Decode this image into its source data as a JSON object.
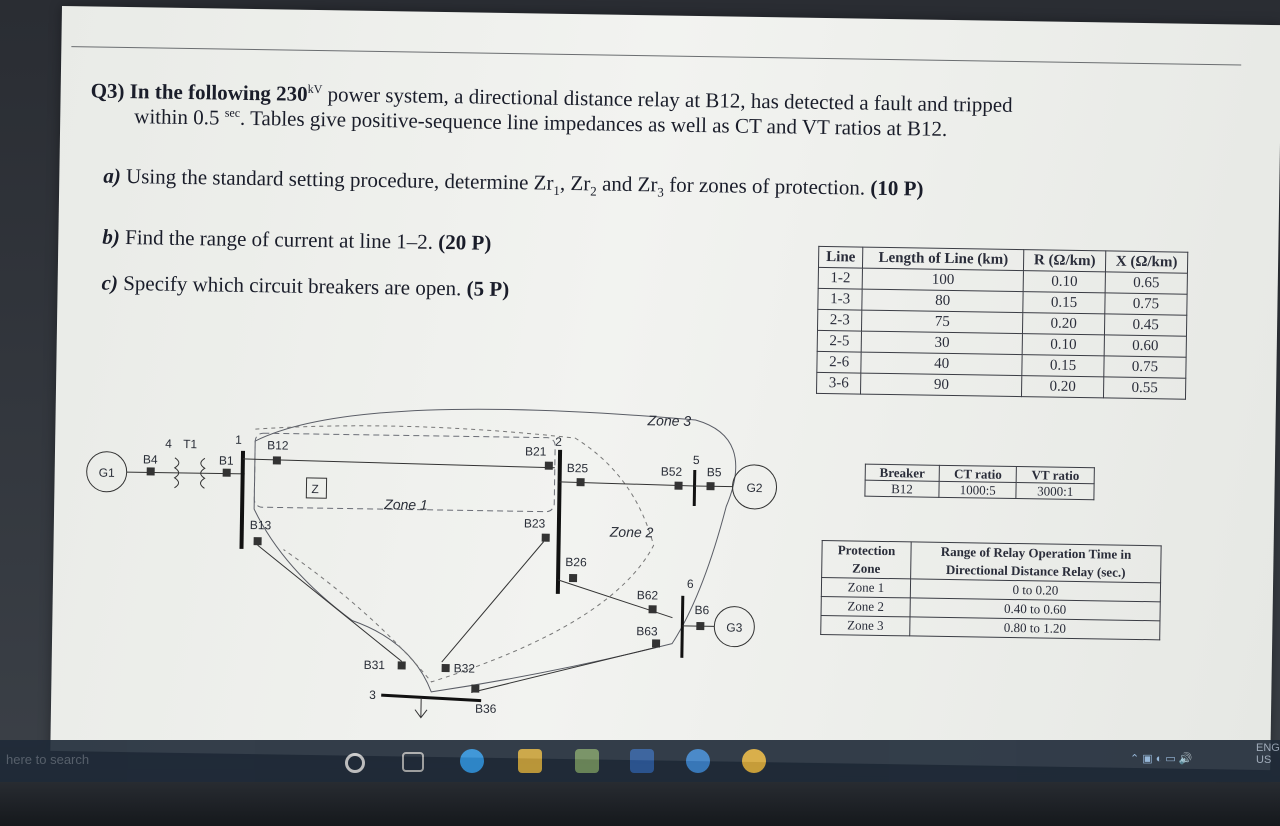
{
  "question": {
    "intro_line1_a": "Q3) In the following 230",
    "intro_sup_kv": "kV",
    "intro_line1_b": " power system, a directional distance relay at B12, has detected a fault and tripped",
    "intro_line2_a": "within 0.5 ",
    "intro_sup_sec": "sec",
    "intro_line2_b": ". Tables give positive-sequence line impedances as well as CT and VT ratios at B12.",
    "part_a_label": "a)",
    "part_a_text": " Using the standard setting procedure, determine Zr",
    "part_a_sub1": "1",
    "part_a_mid1": ", Zr",
    "part_a_sub2": "2",
    "part_a_mid2": " and Zr",
    "part_a_sub3": "3",
    "part_a_end": " for zones of protection. ",
    "part_a_points": "(10 P)",
    "part_b_label": "b)",
    "part_b_text": " Find the range of current at line 1–2. ",
    "part_b_points": "(20 P)",
    "part_c_label": "c)",
    "part_c_text": " Specify which circuit breakers are open. ",
    "part_c_points": "(5 P)"
  },
  "line_table": {
    "headers": [
      "Line",
      "Length of Line (km)",
      "R (Ω/km)",
      "X (Ω/km)"
    ],
    "rows": [
      [
        "1-2",
        "100",
        "0.10",
        "0.65"
      ],
      [
        "1-3",
        "80",
        "0.15",
        "0.75"
      ],
      [
        "2-3",
        "75",
        "0.20",
        "0.45"
      ],
      [
        "2-5",
        "30",
        "0.10",
        "0.60"
      ],
      [
        "2-6",
        "40",
        "0.15",
        "0.75"
      ],
      [
        "3-6",
        "90",
        "0.20",
        "0.55"
      ]
    ]
  },
  "ratio_table": {
    "headers": [
      "Breaker",
      "CT ratio",
      "VT ratio"
    ],
    "row": [
      "B12",
      "1000:5",
      "3000:1"
    ]
  },
  "zone_table": {
    "headers": [
      "Protection Zone",
      "Range of Relay Operation Time in Directional Distance Relay (sec.)"
    ],
    "rows": [
      [
        "Zone 1",
        "0 to 0.20"
      ],
      [
        "Zone 2",
        "0.40 to 0.60"
      ],
      [
        "Zone 3",
        "0.80 to 1.20"
      ]
    ]
  },
  "diagram": {
    "gen1": "G1",
    "gen2": "G2",
    "gen3": "G3",
    "bus_nums": [
      "4",
      "1",
      "2",
      "5",
      "6",
      "3"
    ],
    "transformer": "T1",
    "relay": "Z",
    "breakers": [
      "B4",
      "B1",
      "B12",
      "B21",
      "B25",
      "B52",
      "B5",
      "B13",
      "B23",
      "B26",
      "B62",
      "B6",
      "B63",
      "B31",
      "B32",
      "B36"
    ],
    "zone1": "Zone 1",
    "zone2": "Zone 2",
    "zone3": "Zone 3"
  },
  "taskbar": {
    "search_placeholder": "here to search",
    "lang": "ENG",
    "region": "US"
  }
}
